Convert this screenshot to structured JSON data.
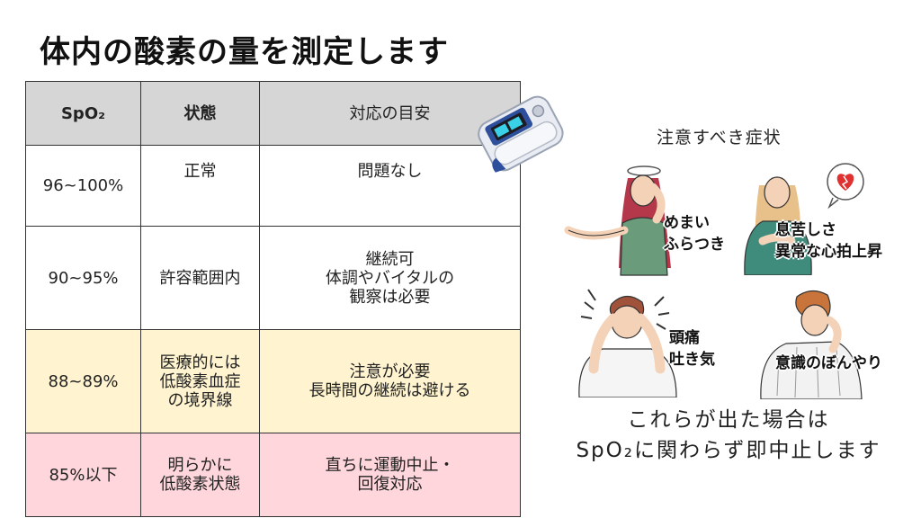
{
  "title": "体内の酸素の量を測定します",
  "table": {
    "headers": [
      "SpO₂",
      "状態",
      "対応の目安"
    ],
    "rows": [
      {
        "spo2": "96~100%",
        "state": "正常",
        "action": "問題なし"
      },
      {
        "spo2": "90~95%",
        "state": "許容範囲内",
        "action": "継続可\n体調やバイタルの\n観察は必要"
      },
      {
        "spo2": "88~89%",
        "state": "医療的には\n低酸素血症\nの境界線",
        "action": "注意が必要\n長時間の継続は避ける"
      },
      {
        "spo2": "85%以下",
        "state": "明らかに\n低酸素状態",
        "action": "直ちに運動中止・\n回復対応"
      }
    ]
  },
  "symptoms": {
    "title": "注意すべき症状",
    "items": [
      {
        "label": "めまい\nふらつき",
        "color": "#6a9b7a"
      },
      {
        "label": "息苦しさ\n異常な心拍上昇",
        "color": "#3f8c7d"
      },
      {
        "label": "頭痛\n吐き気",
        "color": "#ffffff"
      },
      {
        "label": "意識のぼんやり",
        "color": "#ffffff"
      }
    ]
  },
  "bottom_text": {
    "line1": "これらが出た場合は",
    "line2": "SpO₂に関わらず即中止します"
  },
  "colors": {
    "header_bg": "#d6d6d6",
    "caution_bg": "#fff4cf",
    "danger_bg": "#ffd6db",
    "heart": "#e0302f"
  }
}
